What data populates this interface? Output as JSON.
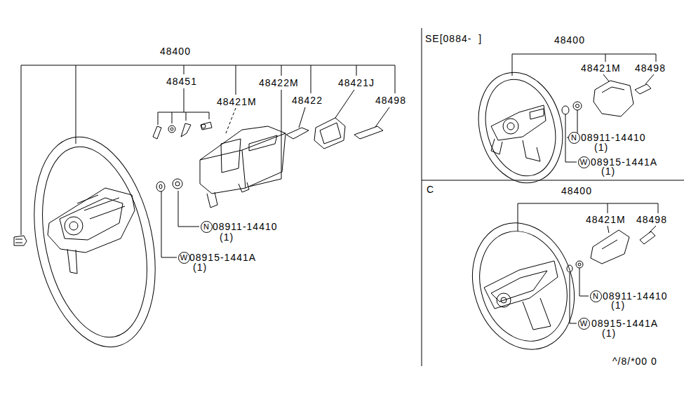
{
  "diagram": {
    "nodes": [
      {
        "text": [
          "N"
        ]
      },
      {
        "text": [
          "W"
        ]
      },
      {
        "text": [
          "N"
        ]
      },
      {
        "text": [
          "W"
        ]
      },
      {
        "text": [
          "N"
        ]
      },
      {
        "text": [
          "W"
        ]
      }
    ],
    "labels": [
      "48400",
      "48451",
      "48421M",
      "48422M",
      "48421J",
      "48422",
      "48498",
      "08911-14410",
      "(1)",
      "08915-1441A",
      "(1)",
      "SE[0884-  ]",
      "48400",
      "48421M",
      "48498",
      "08911-14410",
      "(1)",
      "08915-1441A",
      "(1)",
      "C",
      "48400",
      "48421M",
      "48498",
      "08911-14410",
      "(1)",
      "08915-1441A",
      "(1)",
      "^/8/*00 0"
    ]
  }
}
